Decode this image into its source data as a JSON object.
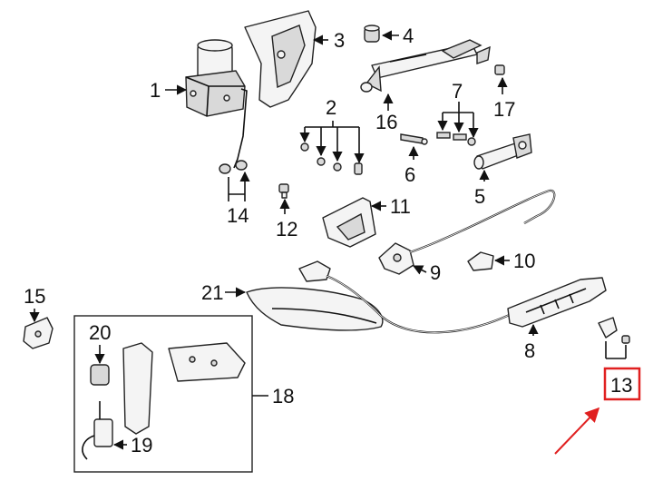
{
  "callouts": {
    "c1": "1",
    "c2": "2",
    "c3": "3",
    "c4": "4",
    "c5": "5",
    "c6": "6",
    "c7": "7",
    "c8": "8",
    "c9": "9",
    "c10": "10",
    "c11": "11",
    "c12": "12",
    "c13": "13",
    "c14": "14",
    "c15": "15",
    "c16": "16",
    "c17": "17",
    "c18": "18",
    "c19": "19",
    "c20": "20",
    "c21": "21"
  },
  "highlight": {
    "part": "13",
    "color": "#e02020"
  }
}
